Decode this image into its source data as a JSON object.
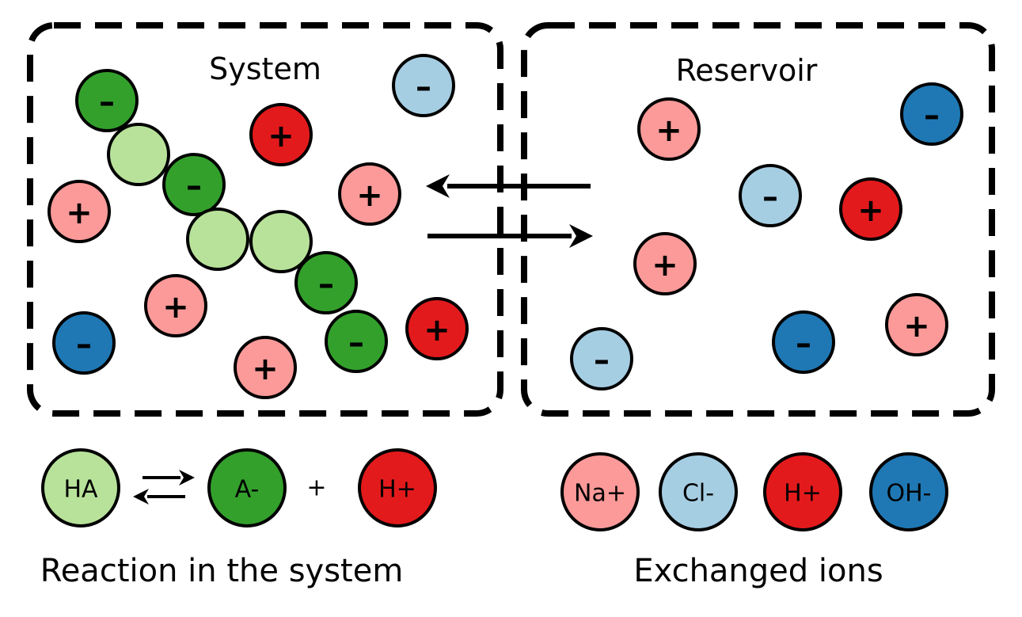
{
  "panels": {
    "system": {
      "title": "System"
    },
    "reservoir": {
      "title": "Reservoir"
    }
  },
  "species": {
    "HA": {
      "label": "HA",
      "charge": "",
      "color": "#b8e29a"
    },
    "A-": {
      "label": "A-",
      "charge": "-",
      "color": "#33a02c"
    },
    "H+": {
      "label": "H+",
      "charge": "+",
      "color": "#e31a1c"
    },
    "Na+": {
      "label": "Na+",
      "charge": "+",
      "color": "#fb9a99"
    },
    "Cl-": {
      "label": "Cl-",
      "charge": "-",
      "color": "#a6cee3"
    },
    "OH-": {
      "label": "OH-",
      "charge": "-",
      "color": "#1f78b4"
    }
  },
  "system_particles": [
    "A-",
    "HA",
    "A-",
    "HA",
    "HA",
    "A-",
    "A-",
    "H+",
    "Cl-",
    "Na+",
    "Na+",
    "Na+",
    "OH-",
    "Na+",
    "H+"
  ],
  "reservoir_particles": [
    "Na+",
    "OH-",
    "Cl-",
    "H+",
    "Na+",
    "Na+",
    "OH-",
    "Cl-"
  ],
  "exchange_arrows": [
    "reservoir-to-system",
    "system-to-reservoir"
  ],
  "reaction_legend": {
    "reactant": "HA",
    "products": [
      "A-",
      "H+"
    ],
    "plus": "+",
    "caption": "Reaction in the system"
  },
  "ions_legend": {
    "ions": [
      "Na+",
      "Cl-",
      "H+",
      "OH-"
    ],
    "caption": "Exchanged ions"
  }
}
